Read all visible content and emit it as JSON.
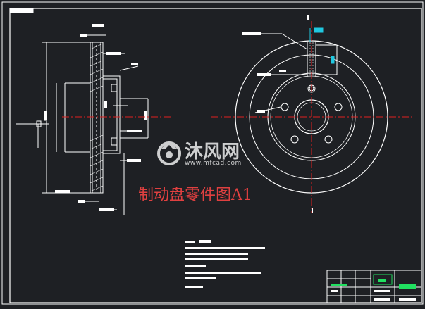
{
  "drawing": {
    "sheet_title": "制动盘零件图A1",
    "watermark_brand": "沐风网",
    "watermark_url": "www.mfcad.com"
  },
  "colors": {
    "background": "#1e2024",
    "lines": "#ffffff",
    "centerline": "#e02020",
    "title_text": "#e04040",
    "accent_cyan": "#20c8e0",
    "accent_green": "#20e060"
  }
}
